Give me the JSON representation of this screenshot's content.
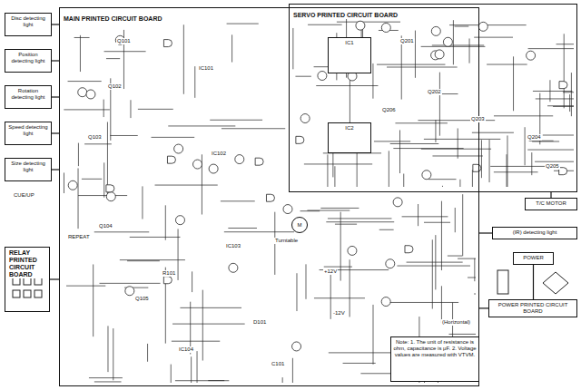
{
  "diagram": {
    "nodes": [
      {
        "text": [
          "MAIN PRINTED CIRCUIT BOARD"
        ]
      },
      {
        "text": [
          "SERVO PRINTED CIRCUIT BOARD"
        ]
      },
      {
        "text": [
          "IC1"
        ],
        "in": 1
      },
      {
        "text": [
          "IC2"
        ],
        "in": 1
      },
      {
        "text": [
          "Disc detecting light"
        ]
      },
      {
        "text": [
          "Position detecting light"
        ]
      },
      {
        "text": [
          "Rotation detecting light"
        ]
      },
      {
        "text": [
          "Speed detecting light"
        ]
      },
      {
        "text": [
          "Size detecting light"
        ]
      },
      {
        "text": [
          "RELAY PRINTED CIRCUIT BOARD"
        ]
      },
      {
        "text": [
          "T/C MOTOR"
        ]
      },
      {
        "text": [
          "(IR) detecting light"
        ]
      },
      {
        "text": [
          "POWER"
        ]
      },
      {
        "text": [
          "POWER PRINTED CIRCUIT BOARD"
        ]
      },
      {
        "text": [
          "M"
        ],
        "in": 0
      },
      {
        "text": [
          "Note: 1. The unit of resistance is ohm, capacitance is μF. 2. Voltage values are measured with VTVM."
        ],
        "in": 0
      }
    ],
    "edges": [
      {
        "from": 4,
        "to": 0,
        "arrow": "none"
      },
      {
        "from": 5,
        "to": 0,
        "arrow": "none"
      },
      {
        "from": 6,
        "to": 0,
        "arrow": "none"
      },
      {
        "from": 7,
        "to": 0,
        "arrow": "none"
      },
      {
        "from": 8,
        "to": 0,
        "arrow": "none"
      },
      {
        "from": 9,
        "to": 0,
        "arrow": "none"
      },
      {
        "from": 1,
        "to": 10,
        "arrow": "none"
      },
      {
        "from": 11,
        "to": 0,
        "arrow": "none"
      },
      {
        "from": 12,
        "to": 13,
        "arrow": "none"
      },
      {
        "from": 13,
        "to": 0,
        "arrow": "none"
      }
    ],
    "labels": [
      "Q101",
      "Q102",
      "Q103",
      "Q104",
      "Q105",
      "IC101",
      "IC102",
      "IC103",
      "IC104",
      "Q201",
      "Q202",
      "Q203",
      "Q204",
      "Q205",
      "Q206",
      "D101",
      "R101",
      "C101",
      "+12V",
      "-12V",
      "CUE/UP",
      "REPEAT",
      "Turntable",
      "(Horizontal)"
    ]
  }
}
